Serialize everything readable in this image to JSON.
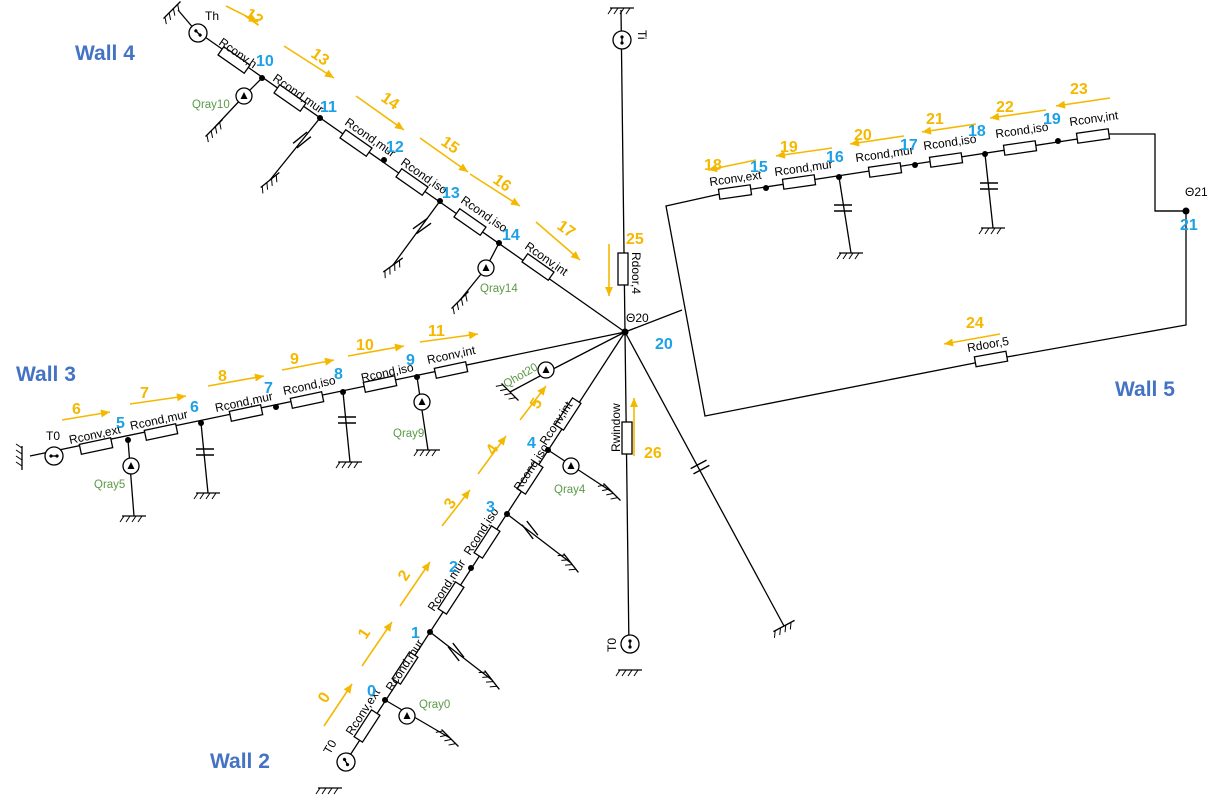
{
  "walls": {
    "wall2": "Wall 2",
    "wall3": "Wall 3",
    "wall4": "Wall 4",
    "wall5": "Wall 5"
  },
  "theta": {
    "t20": "Θ20",
    "t21": "Θ21"
  },
  "temperatures": {
    "t0": "T0",
    "th": "Th",
    "ti": "Ti"
  },
  "resistances": {
    "conv_ext": "Rconv,ext",
    "cond_mur": "Rcond,mur",
    "cond_iso": "Rcond,iso",
    "conv_int": "Rconv,int",
    "conv_h": "Rconv,h",
    "door4": "Rdoor,4",
    "door5": "Rdoor,5",
    "window": "Rwindow"
  },
  "sources": {
    "q0": "Qray0",
    "q4": "Qray4",
    "q5": "Qray5",
    "q9": "Qray9",
    "q10": "Qray10",
    "q14": "Qray14",
    "qhot20": "Qhot20"
  },
  "nodes": [
    "0",
    "1",
    "2",
    "3",
    "4",
    "5",
    "6",
    "7",
    "8",
    "9",
    "10",
    "11",
    "12",
    "13",
    "14",
    "15",
    "16",
    "17",
    "18",
    "19",
    "20",
    "21"
  ],
  "flows": [
    "0",
    "1",
    "2",
    "3",
    "4",
    "5",
    "6",
    "7",
    "8",
    "9",
    "10",
    "11",
    "12",
    "13",
    "14",
    "15",
    "16",
    "17",
    "18",
    "19",
    "20",
    "21",
    "22",
    "23",
    "24",
    "25",
    "26"
  ]
}
